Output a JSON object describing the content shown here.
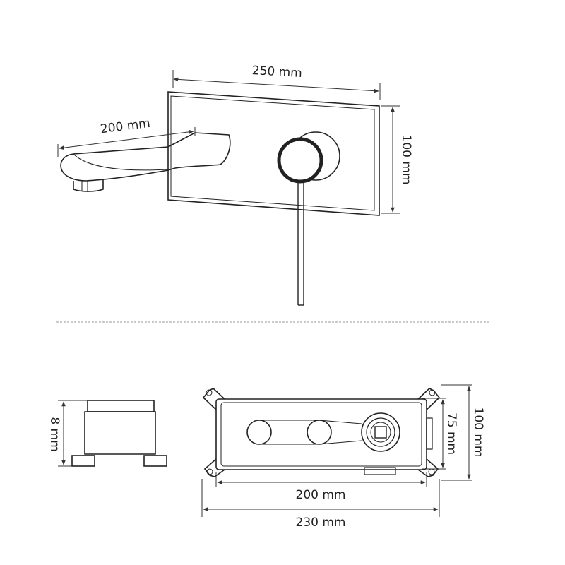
{
  "colors": {
    "line": "#222222",
    "dim": "#333333",
    "separator": "#9a9a9a"
  },
  "top_view": {
    "plate_width_label": "250 mm",
    "spout_length_label": "200 mm",
    "plate_height_label": "100 mm"
  },
  "bottom_view": {
    "side_depth_label": "8 mm",
    "body_width_label": "200 mm",
    "overall_width_label": "230 mm",
    "inner_height_label": "75 mm",
    "overall_height_label": "100 mm"
  }
}
